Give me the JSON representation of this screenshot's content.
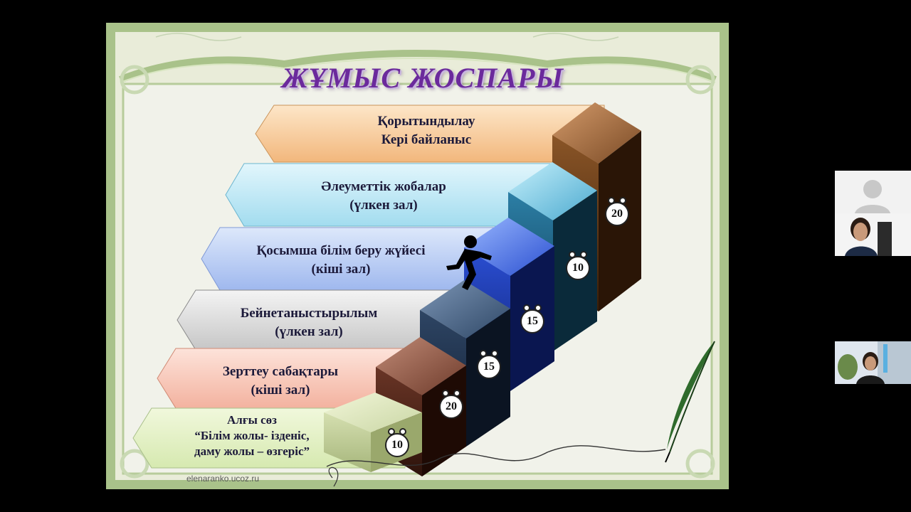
{
  "slide": {
    "title": "ЖҰМЫС ЖОСПАРЫ",
    "watermark": "elenaranko.ucoz.ru",
    "steps": [
      {
        "line1": "Алғы сөз",
        "line2": "“Білім жолы- ізденіс,",
        "line3": "даму жолы – өзгеріс”",
        "minutes": "10"
      },
      {
        "line1": "Зерттеу сабақтары",
        "line2": "(кіші зал)",
        "minutes": "20"
      },
      {
        "line1": "Бейнетаныстырылым",
        "line2": "(үлкен зал)",
        "minutes": "15"
      },
      {
        "line1": "Қосымша білім беру жүйесі",
        "line2": "(кіші зал)",
        "minutes": "15"
      },
      {
        "line1": "Әлеуметтік жобалар",
        "line2": "(үлкен зал)",
        "minutes": "10"
      },
      {
        "line1": "Қорытындылау",
        "line2": "Кері байланыс",
        "minutes": "20"
      }
    ],
    "colors": {
      "title": "#6b2a9c",
      "frame": "#a9c28a",
      "step1": "#e6f2c8",
      "step2": "#f6c8b8",
      "step3": "#dcdcdc",
      "step4": "#bcd0f4",
      "step5": "#bfe6f4",
      "step6": "#f8cfa0"
    }
  },
  "participants": [
    {
      "name": "participant-placeholder",
      "icon": "user-avatar-icon"
    },
    {
      "name": "participant-video-1"
    },
    {
      "name": "participant-video-2"
    }
  ]
}
